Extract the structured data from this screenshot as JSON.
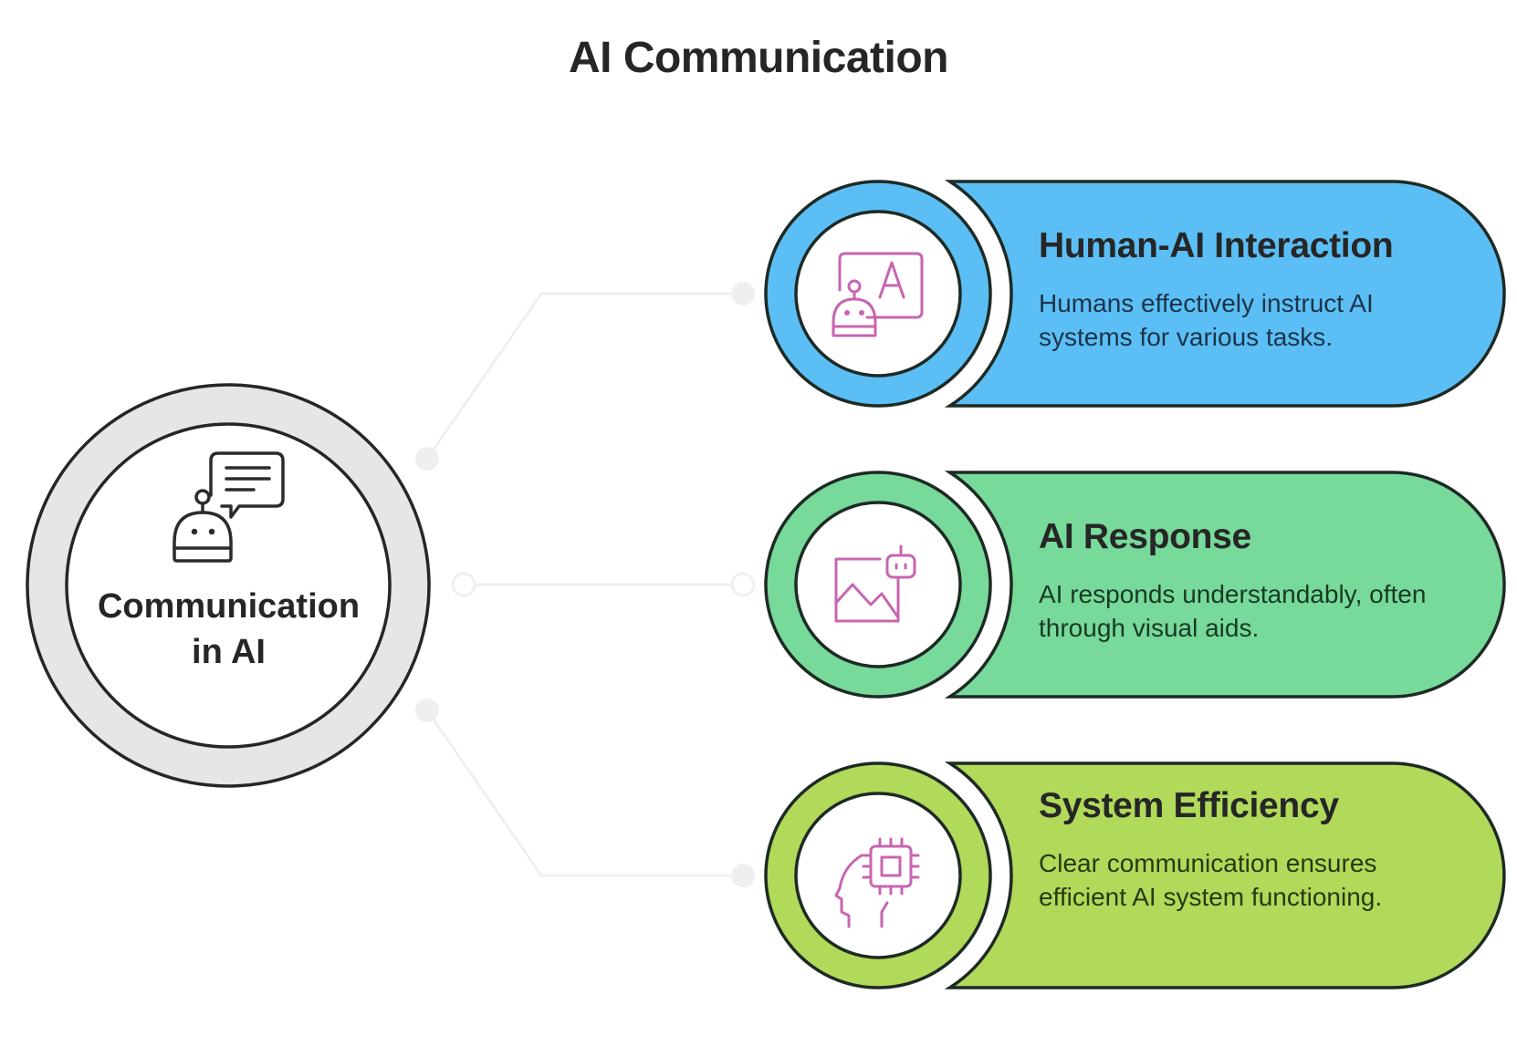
{
  "title": "AI Communication",
  "hub": {
    "label_line1": "Communication",
    "label_line2": "in AI",
    "icon": "robot-chat-icon",
    "ring_color": "#e6e6e6"
  },
  "items": [
    {
      "title": "Human-AI Interaction",
      "description": "Humans effectively instruct AI systems for various tasks.",
      "icon": "robot-text-board-icon",
      "color": "#5bbff5"
    },
    {
      "title": "AI Response",
      "description": "AI responds understandably, often through visual aids.",
      "icon": "robot-image-icon",
      "color": "#77d99a"
    },
    {
      "title": "System Efficiency",
      "description": "Clear communication ensures efficient AI system functioning.",
      "icon": "head-chip-icon",
      "color": "#b1d95a"
    }
  ],
  "colors": {
    "outline": "#1e2a24",
    "icon_stroke": "#c865b0",
    "hub_icon_stroke": "#2b2b2b",
    "connector": "#efefef"
  }
}
